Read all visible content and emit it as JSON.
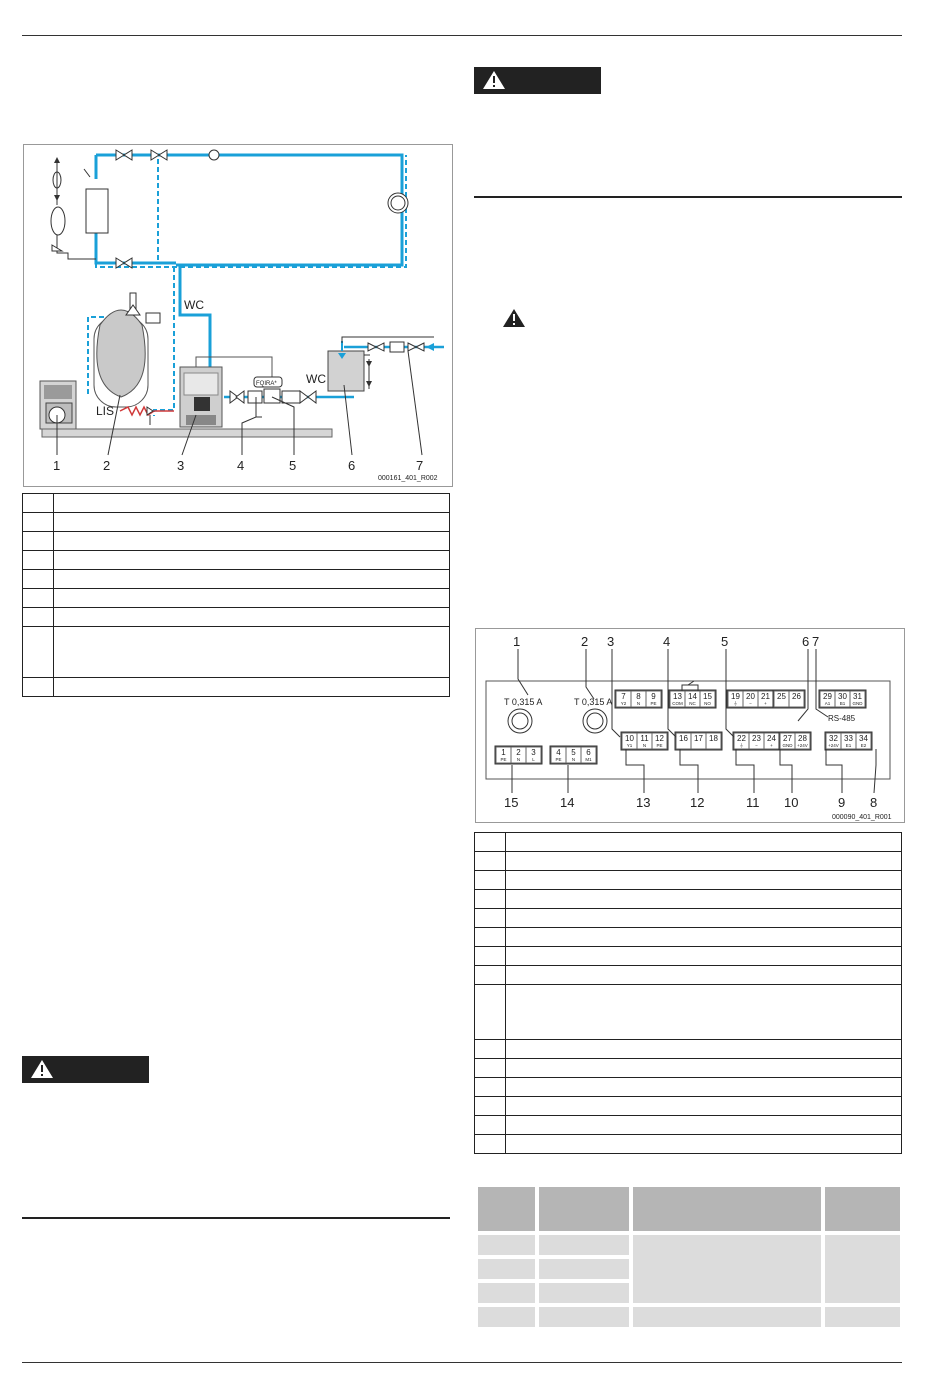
{
  "figure1": {
    "callouts": [
      "1",
      "2",
      "3",
      "4",
      "5",
      "6",
      "7"
    ],
    "labels": {
      "wc_top": "WC",
      "wc_right": "WC",
      "lis": "LIS",
      "fiqira": "FQIRA*"
    },
    "code": "000161_401_R002"
  },
  "figure2": {
    "callouts_top": [
      "1",
      "2",
      "3",
      "4",
      "5",
      "6",
      "7"
    ],
    "callouts_bottom": [
      "15",
      "14",
      "13",
      "12",
      "11",
      "10",
      "9",
      "8"
    ],
    "fuse1": "T 0,315 A",
    "fuse2": "T 0,315 A",
    "rs485": "RS-485",
    "code": "000090_401_R001",
    "terminals": {
      "t1": {
        "n": "1",
        "s": "PE"
      },
      "t2": {
        "n": "2",
        "s": "N"
      },
      "t3": {
        "n": "3",
        "s": "L"
      },
      "t4": {
        "n": "4",
        "s": "PE"
      },
      "t5": {
        "n": "5",
        "s": "N"
      },
      "t6": {
        "n": "6",
        "s": "M1"
      },
      "t7": {
        "n": "7",
        "s": "Y2"
      },
      "t8": {
        "n": "8",
        "s": "N"
      },
      "t9": {
        "n": "9",
        "s": "PE"
      },
      "t10": {
        "n": "10",
        "s": "Y1"
      },
      "t11": {
        "n": "11",
        "s": "N"
      },
      "t12": {
        "n": "12",
        "s": "PE"
      },
      "t13": {
        "n": "13",
        "s": "COM"
      },
      "t14": {
        "n": "14",
        "s": "NC"
      },
      "t15": {
        "n": "15",
        "s": "NO"
      },
      "t16": {
        "n": "16",
        "s": ""
      },
      "t17": {
        "n": "17",
        "s": ""
      },
      "t18": {
        "n": "18",
        "s": ""
      },
      "t19": {
        "n": "19",
        "s": "⏚"
      },
      "t20": {
        "n": "20",
        "s": "−"
      },
      "t21": {
        "n": "21",
        "s": "+"
      },
      "t22": {
        "n": "22",
        "s": "⏚"
      },
      "t23": {
        "n": "23",
        "s": "−"
      },
      "t24": {
        "n": "24",
        "s": "+"
      },
      "t25": {
        "n": "25",
        "s": ""
      },
      "t26": {
        "n": "26",
        "s": ""
      },
      "t27": {
        "n": "27",
        "s": "GND"
      },
      "t28": {
        "n": "28",
        "s": "+24V"
      },
      "t29": {
        "n": "29",
        "s": "A1"
      },
      "t30": {
        "n": "30",
        "s": "B1"
      },
      "t31": {
        "n": "31",
        "s": "GND"
      },
      "t32": {
        "n": "32",
        "s": "+24V"
      },
      "t33": {
        "n": "33",
        "s": "E1"
      },
      "t34": {
        "n": "34",
        "s": "E2"
      }
    }
  }
}
